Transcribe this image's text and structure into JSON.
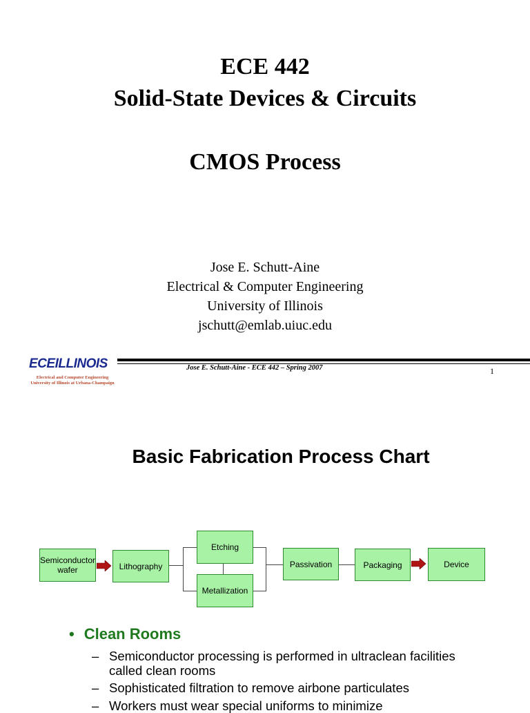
{
  "slide1": {
    "course": "ECE 442",
    "course_title": "Solid-State Devices & Circuits",
    "topic": "CMOS Process",
    "author": "Jose E. Schutt-Aine",
    "department": "Electrical & Computer Engineering",
    "university": "University of Illinois",
    "email": "jschutt@emlab.uiuc.edu",
    "footer": {
      "logo_ece": "ECE",
      "logo_illinois": "ILLINOIS",
      "logo_line1": "Electrical and Computer Engineering",
      "logo_line2": "University of Illinois at Urbana-Champaign",
      "text": "Jose E. Schutt-Aine - ECE 442 – Spring 2007",
      "page_number": "1"
    }
  },
  "slide2": {
    "title": "Basic Fabrication Process Chart",
    "flow": {
      "semiconductor_wafer": "Semiconductor wafer",
      "lithography": "Lithography",
      "etching": "Etching",
      "metallization": "Metallization",
      "passivation": "Passivation",
      "packaging": "Packaging",
      "device": "Device"
    },
    "arrow_color": "#b01515",
    "box_color": "#a8f2a5",
    "bullet": {
      "heading": "Clean Rooms",
      "items": [
        "Semiconductor processing is performed in ultraclean facilities called clean rooms",
        "Sophisticated filtration to remove airbone particulates",
        "Workers must wear special uniforms to minimize"
      ]
    }
  }
}
